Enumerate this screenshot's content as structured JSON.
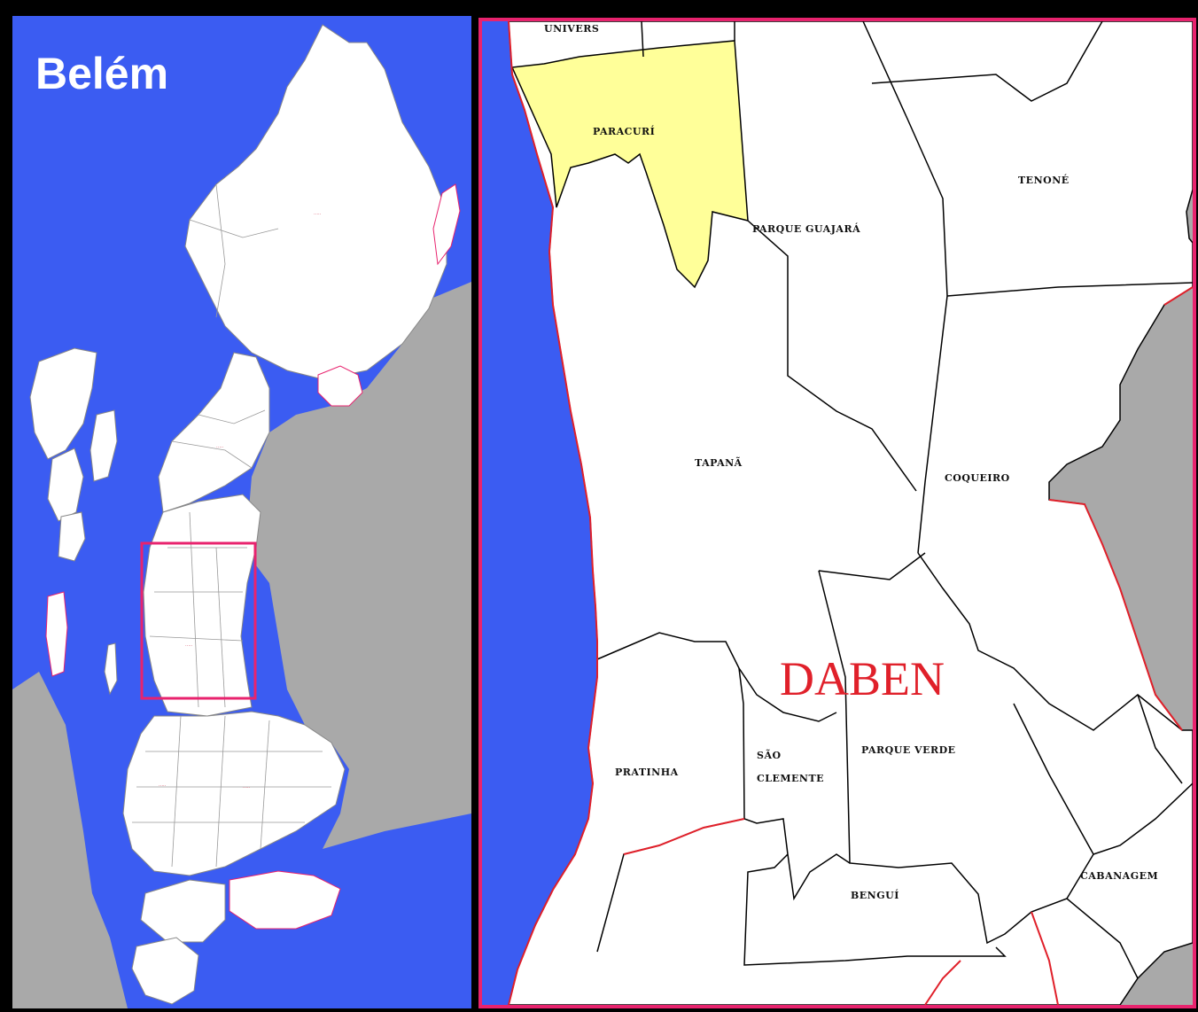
{
  "left_map": {
    "title": "Belém"
  },
  "right_map": {
    "district": "DABEN",
    "neighborhoods": {
      "top_cut": "UNIVERS",
      "paracuri": "PARACURÍ",
      "parque_guajara": "PARQUE GUAJARÁ",
      "tenoné": "TENONÉ",
      "tapana": "TAPANÃ",
      "coqueiro": "COQUEIRO",
      "parque_verde": "PARQUE VERDE",
      "pratinha": "PRATINHA",
      "sao_clemente_1": "SÃO",
      "sao_clemente_2": "CLEMENTE",
      "bengui": "BENGUÍ",
      "cabanagem": "CABANAGEM"
    }
  },
  "colors": {
    "water": "#3b5cf2",
    "land": "#ffffff",
    "mainland": "#a9a9a9",
    "highlight": "#ffff99",
    "frame_accent": "#e8236e",
    "district_text": "#e0202a"
  }
}
